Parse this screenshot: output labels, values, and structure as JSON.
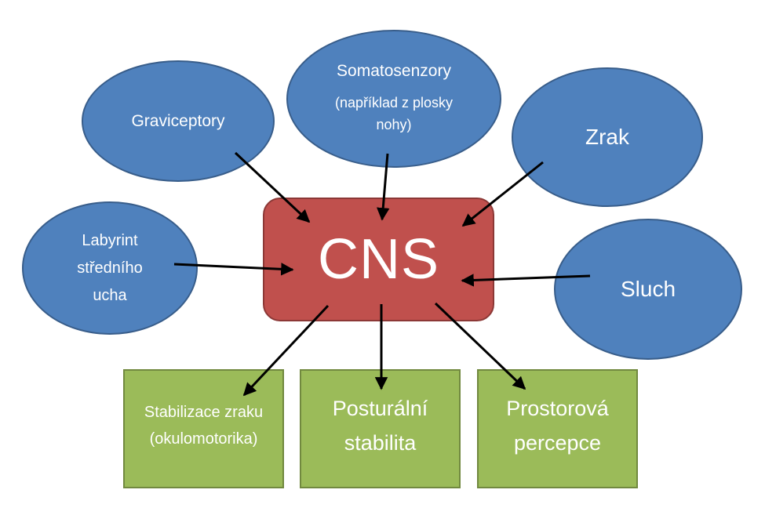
{
  "center": {
    "label": "CNS"
  },
  "inputs": {
    "graviceptory": "Graviceptory",
    "somatosenzory": {
      "title": "Somatosenzory",
      "line1": "(například z plosky",
      "line2": "nohy)"
    },
    "zrak": "Zrak",
    "labyrint": {
      "line1": "Labyrint",
      "line2": "středního",
      "line3": "ucha"
    },
    "sluch": "Sluch"
  },
  "outputs": {
    "stabilizace": {
      "line1": "Stabilizace zraku",
      "line2": "(okulomotorika)"
    },
    "posturalni": {
      "line1": "Posturální",
      "line2": "stabilita"
    },
    "prostorova": {
      "line1": "Prostorová",
      "line2": "percepce"
    }
  },
  "colors": {
    "input_fill": "#4f81bd",
    "center_fill": "#c0504d",
    "output_fill": "#9bbb59",
    "arrow": "#000000"
  }
}
